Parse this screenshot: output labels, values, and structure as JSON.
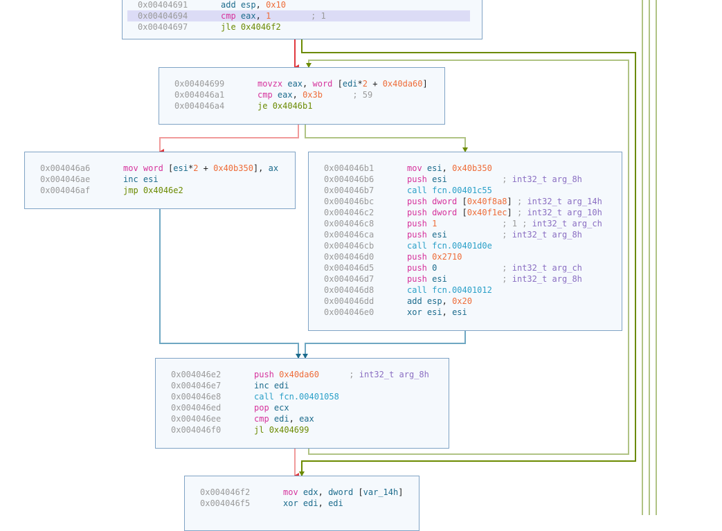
{
  "colors": {
    "block_bg": "#f5f9fd",
    "block_border": "#7fa3c5",
    "edge_true": "#6b8a00",
    "edge_true_light": "#b0c384",
    "edge_false": "#e0383e",
    "edge_false_light": "#f09a9a",
    "edge_uncond": "#1c6b8c",
    "edge_uncond_light": "#6ea7c2",
    "highlight": "#dcdcf6"
  },
  "blocks": [
    {
      "id": "block-0x00404691",
      "lines": [
        {
          "addr": "0x00404691",
          "parts": [
            [
              "mn-b",
              "add"
            ],
            [
              "txt",
              " "
            ],
            [
              "reg",
              "esp"
            ],
            [
              "txt",
              ", "
            ],
            [
              "num",
              "0x10"
            ]
          ]
        },
        {
          "addr": "0x00404694",
          "highlight": true,
          "parts": [
            [
              "mn-m",
              "cmp"
            ],
            [
              "txt",
              " "
            ],
            [
              "reg",
              "eax"
            ],
            [
              "txt",
              ", "
            ],
            [
              "num",
              "1"
            ],
            [
              "cmt",
              "        ; 1"
            ]
          ]
        },
        {
          "addr": "0x00404697",
          "parts": [
            [
              "mn-g",
              "jle"
            ],
            [
              "txt",
              " "
            ],
            [
              "tgt",
              "0x4046f2"
            ]
          ]
        }
      ]
    },
    {
      "id": "block-0x00404699",
      "lines": [
        {
          "addr": "0x00404699",
          "parts": [
            [
              "mn-m",
              "movzx"
            ],
            [
              "txt",
              " "
            ],
            [
              "reg",
              "eax"
            ],
            [
              "txt",
              ", "
            ],
            [
              "sz",
              "word"
            ],
            [
              "txt",
              " ["
            ],
            [
              "reg",
              "edi"
            ],
            [
              "txt",
              "*"
            ],
            [
              "num",
              "2"
            ],
            [
              "txt",
              " + "
            ],
            [
              "num",
              "0x40da60"
            ],
            [
              "txt",
              "]"
            ]
          ]
        },
        {
          "addr": "0x004046a1",
          "parts": [
            [
              "mn-m",
              "cmp"
            ],
            [
              "txt",
              " "
            ],
            [
              "reg",
              "eax"
            ],
            [
              "txt",
              ", "
            ],
            [
              "num",
              "0x3b"
            ],
            [
              "cmt",
              "      ; 59"
            ]
          ]
        },
        {
          "addr": "0x004046a4",
          "parts": [
            [
              "mn-g",
              "je"
            ],
            [
              "txt",
              " "
            ],
            [
              "tgt",
              "0x4046b1"
            ]
          ]
        }
      ]
    },
    {
      "id": "block-0x004046a6",
      "lines": [
        {
          "addr": "0x004046a6",
          "parts": [
            [
              "mn-m",
              "mov"
            ],
            [
              "txt",
              " "
            ],
            [
              "sz",
              "word"
            ],
            [
              "txt",
              " ["
            ],
            [
              "reg",
              "esi"
            ],
            [
              "txt",
              "*"
            ],
            [
              "num",
              "2"
            ],
            [
              "txt",
              " + "
            ],
            [
              "num",
              "0x40b350"
            ],
            [
              "txt",
              "], "
            ],
            [
              "reg",
              "ax"
            ]
          ]
        },
        {
          "addr": "0x004046ae",
          "parts": [
            [
              "mn-b",
              "inc"
            ],
            [
              "txt",
              " "
            ],
            [
              "reg",
              "esi"
            ]
          ]
        },
        {
          "addr": "0x004046af",
          "parts": [
            [
              "mn-g",
              "jmp"
            ],
            [
              "txt",
              " "
            ],
            [
              "tgt",
              "0x4046e2"
            ]
          ]
        }
      ]
    },
    {
      "id": "block-0x004046b1",
      "lines": [
        {
          "addr": "0x004046b1",
          "parts": [
            [
              "mn-m",
              "mov"
            ],
            [
              "txt",
              " "
            ],
            [
              "reg",
              "esi"
            ],
            [
              "txt",
              ", "
            ],
            [
              "num",
              "0x40b350"
            ]
          ]
        },
        {
          "addr": "0x004046b6",
          "parts": [
            [
              "mn-m",
              "push"
            ],
            [
              "txt",
              " "
            ],
            [
              "reg",
              "esi"
            ],
            [
              "cmt",
              "           ; "
            ],
            [
              "cmt2",
              "int32_t arg_8h"
            ]
          ]
        },
        {
          "addr": "0x004046b7",
          "parts": [
            [
              "mn-c",
              "call"
            ],
            [
              "txt",
              " "
            ],
            [
              "fcn",
              "fcn.00401c55"
            ]
          ]
        },
        {
          "addr": "0x004046bc",
          "parts": [
            [
              "mn-m",
              "push"
            ],
            [
              "txt",
              " "
            ],
            [
              "sz",
              "dword"
            ],
            [
              "txt",
              " ["
            ],
            [
              "num",
              "0x40f8a8"
            ],
            [
              "txt",
              "]"
            ],
            [
              "cmt",
              " ; "
            ],
            [
              "cmt2",
              "int32_t arg_14h"
            ]
          ]
        },
        {
          "addr": "0x004046c2",
          "parts": [
            [
              "mn-m",
              "push"
            ],
            [
              "txt",
              " "
            ],
            [
              "sz",
              "dword"
            ],
            [
              "txt",
              " ["
            ],
            [
              "num",
              "0x40f1ec"
            ],
            [
              "txt",
              "]"
            ],
            [
              "cmt",
              " ; "
            ],
            [
              "cmt2",
              "int32_t arg_10h"
            ]
          ]
        },
        {
          "addr": "0x004046c8",
          "parts": [
            [
              "mn-m",
              "push"
            ],
            [
              "txt",
              " "
            ],
            [
              "num",
              "1"
            ],
            [
              "cmt",
              "             ; 1 ; "
            ],
            [
              "cmt2",
              "int32_t arg_ch"
            ]
          ]
        },
        {
          "addr": "0x004046ca",
          "parts": [
            [
              "mn-m",
              "push"
            ],
            [
              "txt",
              " "
            ],
            [
              "reg",
              "esi"
            ],
            [
              "cmt",
              "           ; "
            ],
            [
              "cmt2",
              "int32_t arg_8h"
            ]
          ]
        },
        {
          "addr": "0x004046cb",
          "parts": [
            [
              "mn-c",
              "call"
            ],
            [
              "txt",
              " "
            ],
            [
              "fcn",
              "fcn.00401d0e"
            ]
          ]
        },
        {
          "addr": "0x004046d0",
          "parts": [
            [
              "mn-m",
              "push"
            ],
            [
              "txt",
              " "
            ],
            [
              "num",
              "0x2710"
            ]
          ]
        },
        {
          "addr": "0x004046d5",
          "parts": [
            [
              "mn-m",
              "push"
            ],
            [
              "txt",
              " "
            ],
            [
              "reg",
              "0"
            ],
            [
              "cmt",
              "             ; "
            ],
            [
              "cmt2",
              "int32_t arg_ch"
            ]
          ]
        },
        {
          "addr": "0x004046d7",
          "parts": [
            [
              "mn-m",
              "push"
            ],
            [
              "txt",
              " "
            ],
            [
              "reg",
              "esi"
            ],
            [
              "cmt",
              "           ; "
            ],
            [
              "cmt2",
              "int32_t arg_8h"
            ]
          ]
        },
        {
          "addr": "0x004046d8",
          "parts": [
            [
              "mn-c",
              "call"
            ],
            [
              "txt",
              " "
            ],
            [
              "fcn",
              "fcn.00401012"
            ]
          ]
        },
        {
          "addr": "0x004046dd",
          "parts": [
            [
              "mn-b",
              "add"
            ],
            [
              "txt",
              " "
            ],
            [
              "reg",
              "esp"
            ],
            [
              "txt",
              ", "
            ],
            [
              "num",
              "0x20"
            ]
          ]
        },
        {
          "addr": "0x004046e0",
          "parts": [
            [
              "mn-b",
              "xor"
            ],
            [
              "txt",
              " "
            ],
            [
              "reg",
              "esi"
            ],
            [
              "txt",
              ", "
            ],
            [
              "reg",
              "esi"
            ]
          ]
        }
      ]
    },
    {
      "id": "block-0x004046e2",
      "lines": [
        {
          "addr": "0x004046e2",
          "parts": [
            [
              "mn-m",
              "push"
            ],
            [
              "txt",
              " "
            ],
            [
              "num",
              "0x40da60"
            ],
            [
              "cmt",
              "      ; "
            ],
            [
              "cmt2",
              "int32_t arg_8h"
            ]
          ]
        },
        {
          "addr": "0x004046e7",
          "parts": [
            [
              "mn-b",
              "inc"
            ],
            [
              "txt",
              " "
            ],
            [
              "reg",
              "edi"
            ]
          ]
        },
        {
          "addr": "0x004046e8",
          "parts": [
            [
              "mn-c",
              "call"
            ],
            [
              "txt",
              " "
            ],
            [
              "fcn",
              "fcn.00401058"
            ]
          ]
        },
        {
          "addr": "0x004046ed",
          "parts": [
            [
              "mn-m",
              "pop"
            ],
            [
              "txt",
              " "
            ],
            [
              "reg",
              "ecx"
            ]
          ]
        },
        {
          "addr": "0x004046ee",
          "parts": [
            [
              "mn-m",
              "cmp"
            ],
            [
              "txt",
              " "
            ],
            [
              "reg",
              "edi"
            ],
            [
              "txt",
              ", "
            ],
            [
              "reg",
              "eax"
            ]
          ]
        },
        {
          "addr": "0x004046f0",
          "parts": [
            [
              "mn-g",
              "jl"
            ],
            [
              "txt",
              " "
            ],
            [
              "tgt",
              "0x404699"
            ]
          ]
        }
      ]
    },
    {
      "id": "block-0x004046f2",
      "lines": [
        {
          "addr": "0x004046f2",
          "parts": [
            [
              "mn-m",
              "mov"
            ],
            [
              "txt",
              " "
            ],
            [
              "reg",
              "edx"
            ],
            [
              "txt",
              ", "
            ],
            [
              "reg",
              "dword"
            ],
            [
              "txt",
              " ["
            ],
            [
              "reg",
              "var_14h"
            ],
            [
              "txt",
              "]"
            ]
          ]
        },
        {
          "addr": "0x004046f5",
          "parts": [
            [
              "mn-b",
              "xor"
            ],
            [
              "txt",
              " "
            ],
            [
              "reg",
              "edi"
            ],
            [
              "txt",
              ", "
            ],
            [
              "reg",
              "edi"
            ]
          ]
        }
      ]
    }
  ]
}
